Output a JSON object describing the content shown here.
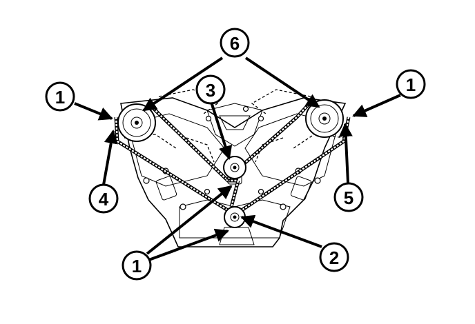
{
  "callouts": {
    "c1_left": "1",
    "c1_right": "1",
    "c1_bottom": "1",
    "c2": "2",
    "c3": "3",
    "c4": "4",
    "c5": "5",
    "c6": "6"
  }
}
